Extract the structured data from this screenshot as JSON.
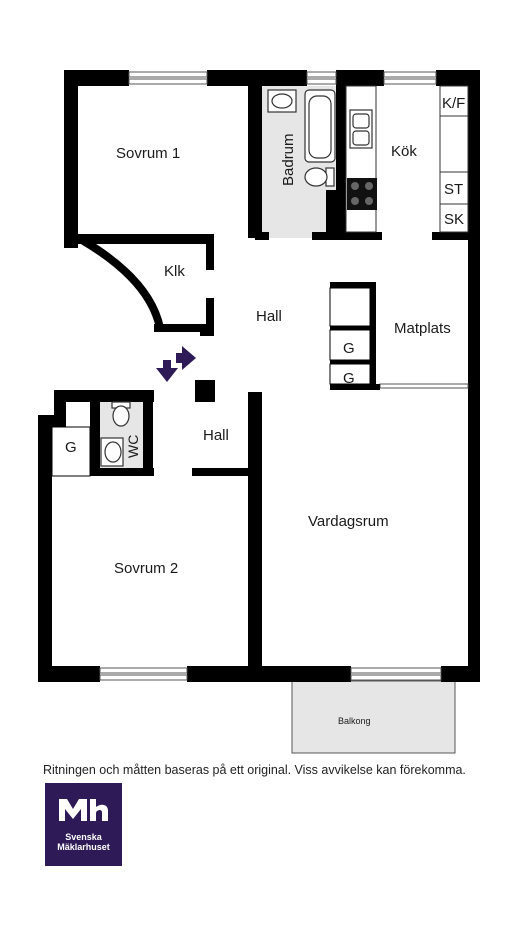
{
  "rooms": {
    "sovrum1": "Sovrum 1",
    "badrum": "Badrum",
    "kok": "Kök",
    "kf": "K/F",
    "st": "ST",
    "sk": "SK",
    "klk": "Klk",
    "hall_upper": "Hall",
    "matplats": "Matplats",
    "g_upper": "G",
    "g_lower": "G",
    "hall_lower": "Hall",
    "g_left": "G",
    "wc": "WC",
    "vardagsrum": "Vardagsrum",
    "sovrum2": "Sovrum 2",
    "balkong": "Balkong"
  },
  "disclaimer": "Ritningen och måtten baseras på ett original. Viss avvikelse kan förekomma.",
  "logo": {
    "line1": "Svenska",
    "line2": "Mäklarhuset",
    "color": "#2d1a57"
  },
  "colors": {
    "wall": "#000000",
    "bathroom_floor": "#e6e6e6",
    "balcony_floor": "#e6e6e6",
    "entrance_arrow": "#2d1a57"
  }
}
